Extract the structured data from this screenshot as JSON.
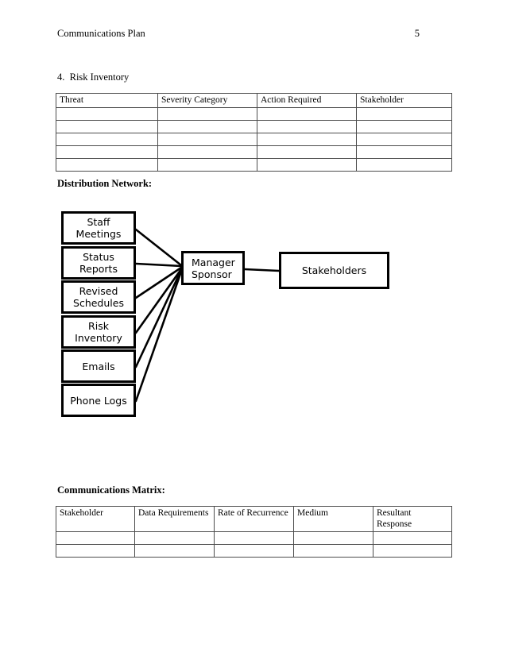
{
  "header": {
    "title": "Communications Plan",
    "page_number": "5"
  },
  "body": {
    "risk_inventory_item": "4.  Risk Inventory",
    "distribution_heading": "Distribution Network:",
    "matrix_heading": "Communications Matrix:"
  },
  "risk_table": {
    "columns": [
      "Threat",
      "Severity Category",
      "Action Required",
      "Stakeholder"
    ],
    "rows": [
      [
        "",
        "",
        "",
        ""
      ],
      [
        "",
        "",
        "",
        ""
      ],
      [
        "",
        "",
        "",
        ""
      ],
      [
        "",
        "",
        "",
        ""
      ],
      [
        "",
        "",
        "",
        ""
      ]
    ]
  },
  "matrix_table": {
    "columns": [
      "Stakeholder",
      "Data Requirements",
      "Rate of Recurrence",
      "Medium",
      "Resultant Response"
    ],
    "rows": [
      [
        "",
        "",
        "",
        "",
        ""
      ],
      [
        "",
        "",
        "",
        "",
        ""
      ]
    ]
  },
  "diagram": {
    "sources": [
      {
        "line1": "Staff",
        "line2": "Meetings"
      },
      {
        "line1": "Status",
        "line2": "Reports"
      },
      {
        "line1": "Revised",
        "line2": "Schedules"
      },
      {
        "line1": "Risk",
        "line2": "Inventory"
      },
      {
        "line1": "Emails",
        "line2": ""
      },
      {
        "line1": "Phone Logs",
        "line2": ""
      }
    ],
    "hub": {
      "line1": "Manager",
      "line2": "Sponsor"
    },
    "target": {
      "line1": "Stakeholders",
      "line2": ""
    },
    "line_color": "#000000"
  }
}
